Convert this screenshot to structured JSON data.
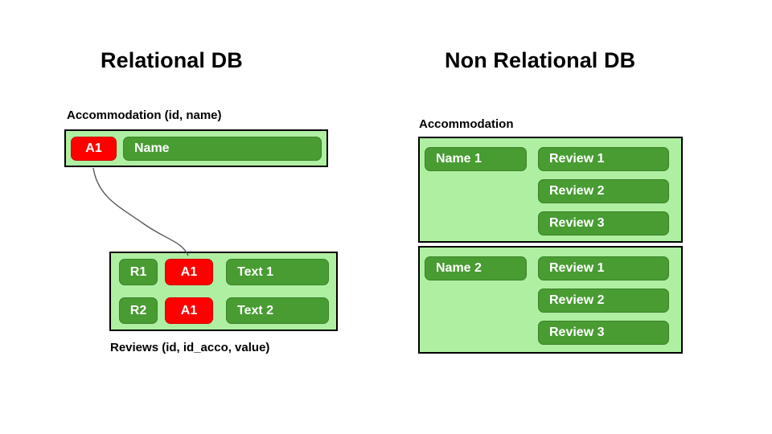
{
  "panels": {
    "relational": {
      "title": "Relational DB",
      "accommodation": {
        "caption": "Accommodation (id, name)",
        "row": {
          "id": "A1",
          "name": "Name"
        }
      },
      "reviews": {
        "caption": "Reviews (id, id_acco, value)",
        "rows": [
          {
            "id": "R1",
            "id_acco": "A1",
            "value": "Text 1"
          },
          {
            "id": "R2",
            "id_acco": "A1",
            "value": "Text 2"
          }
        ]
      }
    },
    "non_relational": {
      "title": "Non Relational DB",
      "accommodation": {
        "caption": "Accommodation",
        "documents": [
          {
            "name": "Name 1",
            "reviews": [
              "Review 1",
              "Review 2",
              "Review 3"
            ]
          },
          {
            "name": "Name 2",
            "reviews": [
              "Review 1",
              "Review 2",
              "Review 3"
            ]
          }
        ]
      }
    }
  },
  "colors": {
    "container_fill": "#AFEFA2",
    "container_border": "#000000",
    "pill_green": "#489C32",
    "pill_green_border": "#3B8429",
    "pill_red": "#FF0000",
    "pill_red_border": "#D10000",
    "pill_text": "#FFFFFF",
    "connector": "#595959",
    "background": "#FFFFFF"
  }
}
